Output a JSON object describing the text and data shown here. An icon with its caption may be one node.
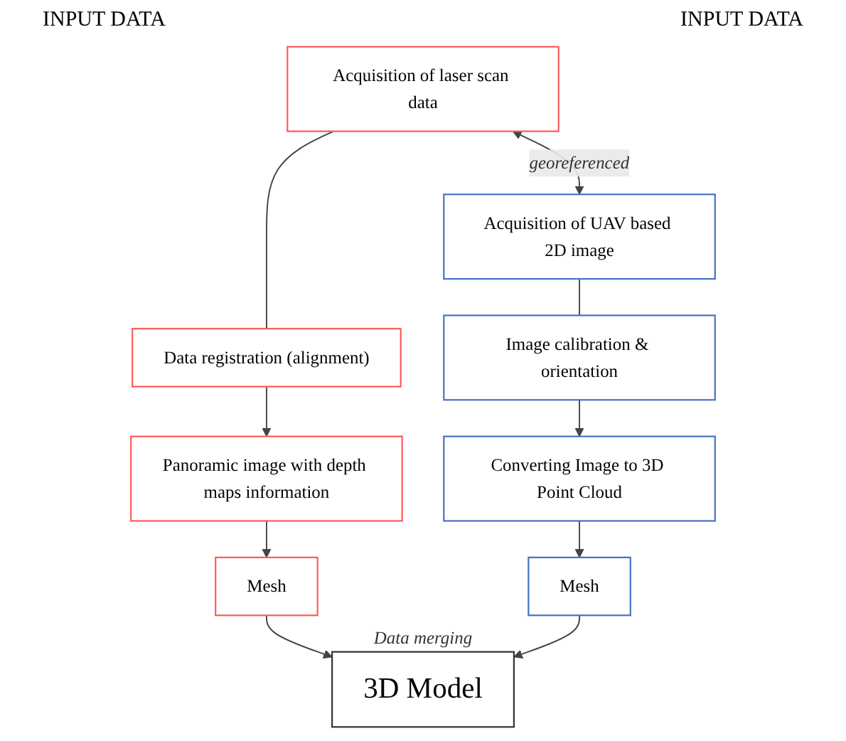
{
  "diagram": {
    "nodes": [
      {
        "text": [
          "Acquisition of laser scan data"
        ]
      },
      {
        "text": [
          "Data registration (alignment)"
        ]
      },
      {
        "text": [
          "Panoramic image with depth maps information"
        ]
      },
      {
        "text": [
          "Mesh"
        ]
      },
      {
        "text": [
          "Acquisition of UAV based 2D image"
        ]
      },
      {
        "text": [
          "Image calibration & orientation"
        ]
      },
      {
        "text": [
          "Converting Image to 3D Point Cloud"
        ]
      },
      {
        "text": [
          "Mesh"
        ]
      },
      {
        "text": [
          "3D Model"
        ],
        "beside": [
          "Data merging"
        ]
      }
    ],
    "edges": [
      {
        "from": 0,
        "to": 1,
        "arrow": "none"
      },
      {
        "from": 1,
        "to": 2,
        "arrow": "to"
      },
      {
        "from": 2,
        "to": 3,
        "arrow": "to"
      },
      {
        "from": 0,
        "to": 4,
        "arrow": "both",
        "label": "georeferenced"
      },
      {
        "from": 4,
        "to": 5,
        "arrow": "none"
      },
      {
        "from": 5,
        "to": 6,
        "arrow": "to"
      },
      {
        "from": 6,
        "to": 7,
        "arrow": "to"
      },
      {
        "from": 3,
        "to": 8,
        "arrow": "to"
      },
      {
        "from": 7,
        "to": 8,
        "arrow": "to"
      }
    ],
    "labels": [
      "INPUT DATA",
      "INPUT DATA"
    ]
  }
}
